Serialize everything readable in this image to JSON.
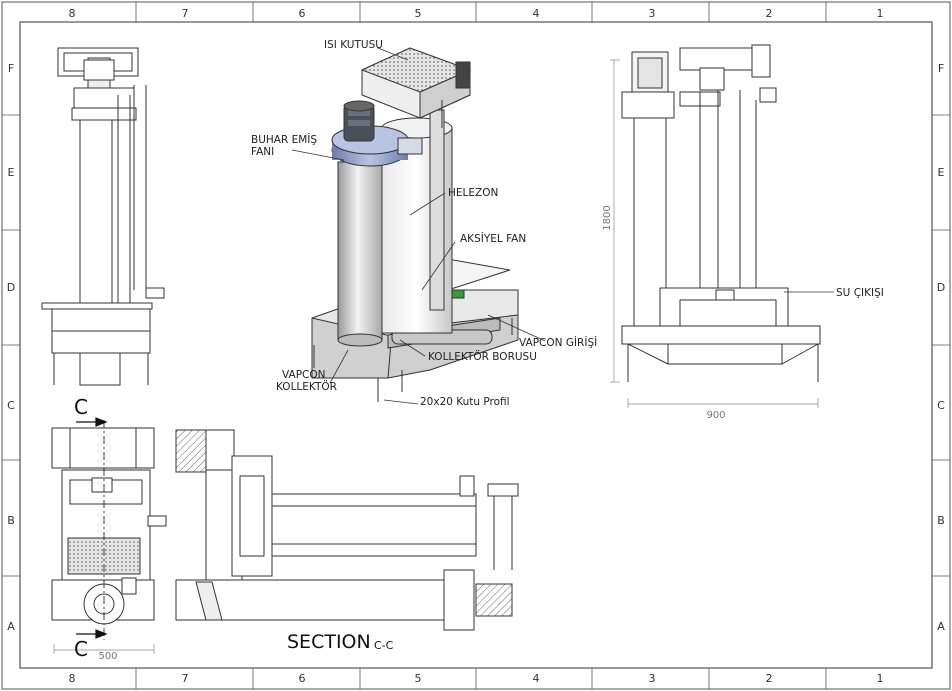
{
  "zones": {
    "columns": [
      "8",
      "7",
      "6",
      "5",
      "4",
      "3",
      "2",
      "1"
    ],
    "rows": [
      "F",
      "E",
      "D",
      "C",
      "B",
      "A"
    ]
  },
  "labels": {
    "isi_kutusu": "ISI KUTUSU",
    "buhar_emis_1": "BUHAR EMİŞ",
    "buhar_emis_2": "FANI",
    "helezon": "HELEZON",
    "aksiyel_fan": "AKSİYEL FAN",
    "vapcon_girisi": "VAPCON GİRİŞİ",
    "kollektor_borusu": "KOLLEKTÖR BORUSU",
    "vapcon_kollektor_1": "VAPCON",
    "vapcon_kollektor_2": "KOLLEKTÖR",
    "kutu_profil": "20x20 Kutu Profil",
    "su_cikisi": "SU ÇIKIŞI"
  },
  "dimensions": {
    "height": "1800",
    "width": "900",
    "depth": "500"
  },
  "section": {
    "title": "SECTION",
    "suffix": "C-C",
    "cut_letter": "C"
  },
  "colors": {
    "line": "#333333",
    "cylinder": "#d9d9d9",
    "fan_body": "#7f8fb8",
    "motor": "#4a4f58",
    "heater": "#c0392b",
    "green": "#3a9a3a"
  }
}
